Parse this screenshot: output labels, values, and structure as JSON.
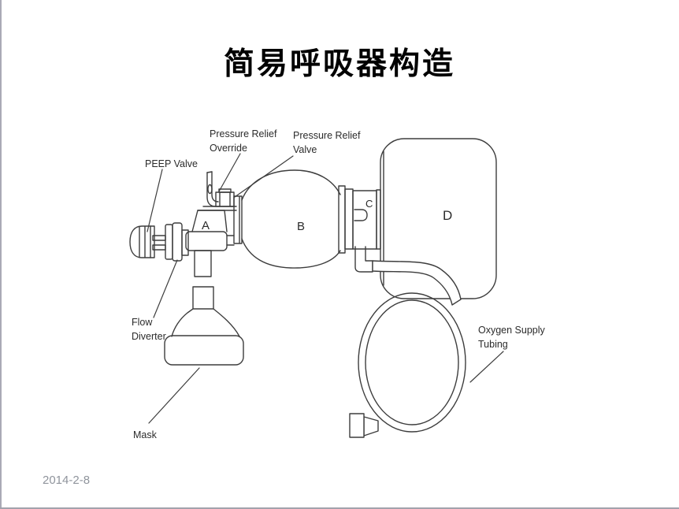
{
  "slide": {
    "title": "简易呼吸器构造",
    "date": "2014-2-8"
  },
  "diagram": {
    "labels": {
      "pressure_relief_override": {
        "line1": "Pressure Relief",
        "line2": "Override"
      },
      "pressure_relief_valve": {
        "line1": "Pressure Relief",
        "line2": "Valve"
      },
      "peep_valve": "PEEP Valve",
      "flow_diverter": {
        "line1": "Flow",
        "line2": "Diverter"
      },
      "mask": "Mask",
      "oxygen_supply_tubing": {
        "line1": "Oxygen Supply",
        "line2": "Tubing"
      }
    },
    "part_letters": {
      "a": "A",
      "b": "B",
      "c": "C",
      "d": "D"
    },
    "colors": {
      "line_art": "#3d3d3d",
      "label_text": "#2b2b2b",
      "date_text": "#8f949c",
      "slide_edge": "#aaaab6"
    }
  }
}
